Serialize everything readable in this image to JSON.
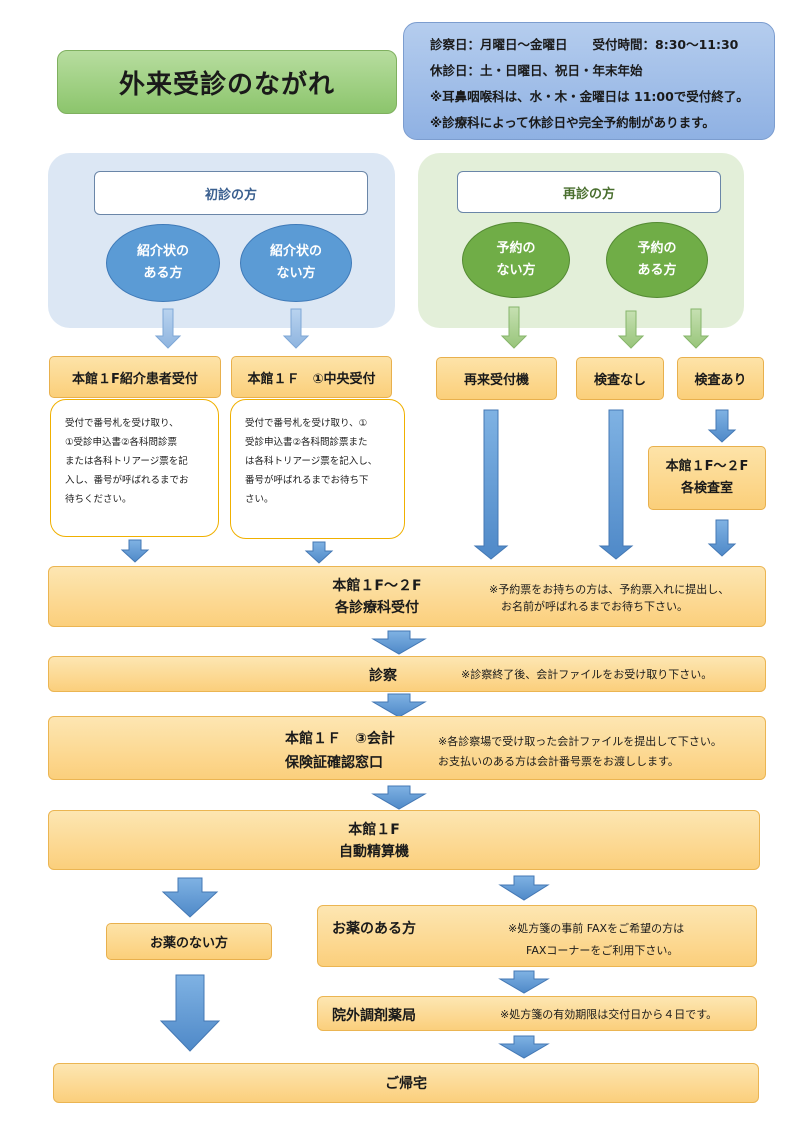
{
  "title": "外来受診のながれ",
  "info_lines": [
    "診察日：月曜日～金曜日　　受付時間：8:30～11:30",
    "休診日：土・日曜日、祝日・年末年始",
    "※耳鼻咽喉科は、水・木・金曜日は 11:00で受付終了。",
    "※診療科によって休診日や完全予約制があります。"
  ],
  "first_visit": {
    "header": "初診の方",
    "with_referral": [
      "紹介状の",
      "ある方"
    ],
    "without_referral": [
      "紹介状の",
      "ない方"
    ]
  },
  "return_visit": {
    "header": "再診の方",
    "no_appointment": [
      "予約の",
      "ない方"
    ],
    "with_appointment": [
      "予約の",
      "ある方"
    ]
  },
  "reception": {
    "referral": "本館１F紹介患者受付",
    "central": "本館１Ｆ　①中央受付",
    "machine": "再来受付機",
    "no_exam": "検査なし",
    "with_exam": "検査あり",
    "exam_room": [
      "本館１F～２F",
      "各検査室"
    ]
  },
  "notes": {
    "referral": [
      "受付で番号札を受け取り、",
      "①受診申込書②各科問診票",
      "または各科トリアージ票を記",
      "入し、番号が呼ばれるまでお",
      "待ちください。"
    ],
    "central": [
      "受付で番号札を受け取り、①",
      "受診申込書②各科問診票また",
      "は各科トリアージ票を記入し、",
      "番号が呼ばれるまでお待ち下",
      "さい。"
    ]
  },
  "steps": {
    "dept": {
      "title": [
        "本館１F～２F",
        "各診療科受付"
      ],
      "note": [
        "※予約票をお持ちの方は、予約票入れに提出し、",
        "お名前が呼ばれるまでお待ち下さい。"
      ]
    },
    "exam": {
      "title": "診察",
      "note": "※診察終了後、会計ファイルをお受け取り下さい。"
    },
    "billing": {
      "title": [
        "本館１Ｆ　③会計",
        "保険証確認窓口"
      ],
      "note": [
        "※各診察場で受け取った会計ファイルを提出して下さい。",
        "お支払いのある方は会計番号票をお渡しします。"
      ]
    },
    "payment": {
      "title": [
        "本館１F",
        "自動精算機"
      ]
    },
    "no_medicine": "お薬のない方",
    "medicine": {
      "title": "お薬のある方",
      "note": [
        "※処方箋の事前 FAXをご希望の方は",
        "FAXコーナーをご利用下さい。"
      ]
    },
    "pharmacy": {
      "title": "院外調剤薬局",
      "note": "※処方箋の有効期限は交付日から４日です。"
    },
    "home": "ご帰宅"
  },
  "colors": {
    "blue_panel": "#dce7f4",
    "green_panel": "#e3efd9",
    "blue_ellipse": "#5b9bd5",
    "green_ellipse": "#70ad47",
    "orange_box": "#fbcf7a",
    "arrow_blue": "#5b9bd5",
    "arrow_green": "#a9d18e"
  }
}
